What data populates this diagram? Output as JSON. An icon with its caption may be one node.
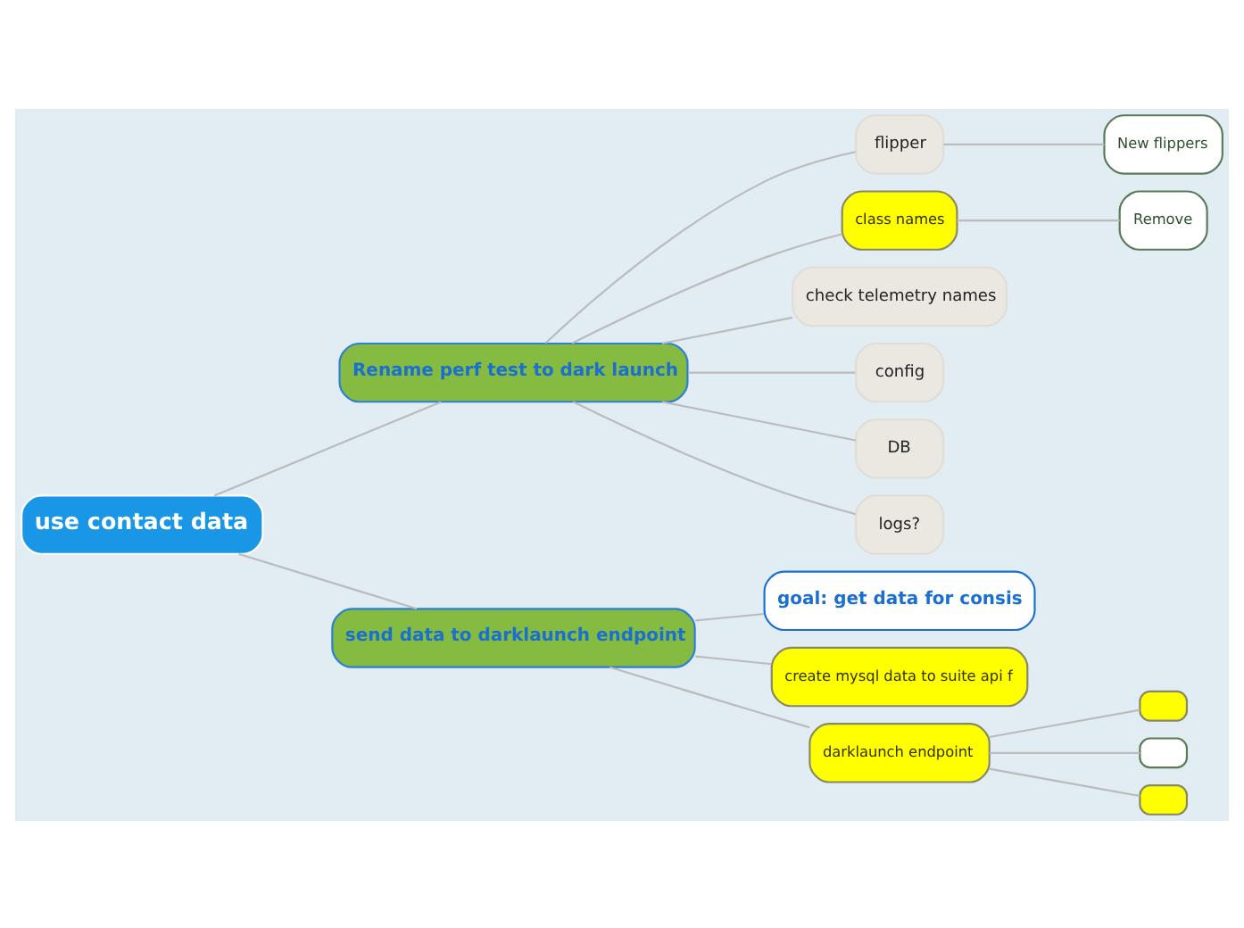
{
  "diagram": {
    "nodes": [
      {
        "text": [
          "use contact data"
        ]
      },
      {
        "text": [
          "Rename perf test to dark launch"
        ]
      },
      {
        "text": [
          "flipper"
        ]
      },
      {
        "text": [
          "New flippers"
        ]
      },
      {
        "text": [
          "class names"
        ]
      },
      {
        "text": [
          "Remove"
        ]
      },
      {
        "text": [
          "check telemetry names"
        ]
      },
      {
        "text": [
          "config"
        ]
      },
      {
        "text": [
          "DB"
        ]
      },
      {
        "text": [
          "logs?"
        ]
      },
      {
        "text": [
          "send data to darklaunch endpoint"
        ]
      },
      {
        "text": [
          "goal: get data for consis"
        ]
      },
      {
        "text": [
          "create mysql data to suite api f"
        ]
      },
      {
        "text": [
          "darklaunch endpoint"
        ]
      },
      {
        "text": [],
        "shape": "box"
      },
      {
        "text": [],
        "shape": "box"
      },
      {
        "text": [],
        "shape": "box"
      }
    ],
    "edges": [
      {
        "from": 0,
        "to": 1,
        "arrow": "none"
      },
      {
        "from": 1,
        "to": 2,
        "arrow": "none"
      },
      {
        "from": 2,
        "to": 3,
        "arrow": "none"
      },
      {
        "from": 1,
        "to": 4,
        "arrow": "none"
      },
      {
        "from": 4,
        "to": 5,
        "arrow": "none"
      },
      {
        "from": 1,
        "to": 6,
        "arrow": "none"
      },
      {
        "from": 1,
        "to": 7,
        "arrow": "none"
      },
      {
        "from": 1,
        "to": 8,
        "arrow": "none"
      },
      {
        "from": 1,
        "to": 9,
        "arrow": "none"
      },
      {
        "from": 0,
        "to": 10,
        "arrow": "none"
      },
      {
        "from": 10,
        "to": 11,
        "arrow": "none"
      },
      {
        "from": 10,
        "to": 12,
        "arrow": "none"
      },
      {
        "from": 10,
        "to": 13,
        "arrow": "none"
      },
      {
        "from": 13,
        "to": 14,
        "arrow": "none"
      },
      {
        "from": 13,
        "to": 15,
        "arrow": "none"
      },
      {
        "from": 13,
        "to": 16,
        "arrow": "none"
      }
    ]
  }
}
